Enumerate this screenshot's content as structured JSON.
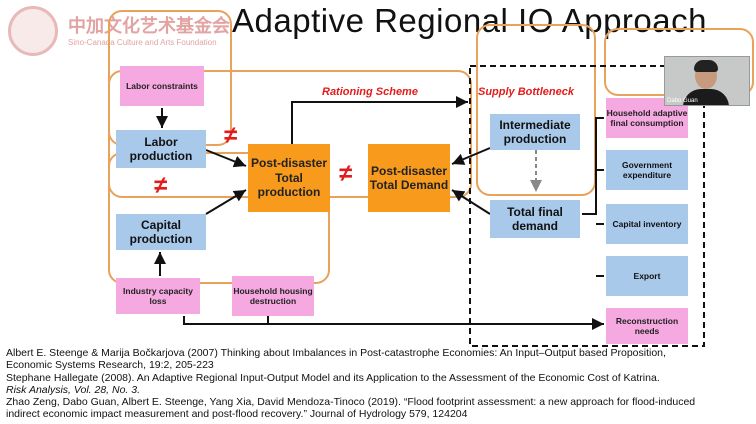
{
  "title": "Adaptive Regional IO Approach",
  "logo": {
    "name_cn": "中加文化艺术基金会",
    "name_en": "Sino-Canada Culture and Arts Foundation"
  },
  "labels": {
    "rationing": "Rationing Scheme",
    "supply": "Supply Bottleneck",
    "neq": "≠"
  },
  "boxes": {
    "labor_constraints": "Labor constraints",
    "labor_production": "Labor production",
    "capital_production": "Capital production",
    "industry_loss": "Industry capacity loss",
    "housing_destruction": "Household housing destruction",
    "total_production": "Post-disaster Total production",
    "total_demand": "Post-disaster Total Demand",
    "intermediate": "Intermediate production",
    "final_demand": "Total final demand",
    "household": "Household adaptive final consumption",
    "government": "Government expenditure",
    "capital_inventory": "Capital inventory",
    "export": "Export",
    "reconstruction": "Reconstruction needs"
  },
  "video": {
    "name": "Dabo Guan"
  },
  "references": [
    "Albert E. Steenge & Marija Bočkarjova (2007) Thinking about Imbalances in Post-catastrophe Economies: An Input–Output based Proposition,",
    "Economic Systems Research, 19:2, 205-223",
    "Stephane Hallegate (2008). An Adaptive Regional Input-Output Model and its Application to the Assessment of the Economic Cost of Katrina.",
    "Risk Analysis, Vol. 28, No. 3.",
    "Zhao Zeng, Dabo Guan, Albert E. Steenge, Yang Xia, David Mendoza-Tinoco (2019). “Flood footprint assessment: a new approach for flood-induced",
    "indirect economic impact measurement and post-flood recovery.” Journal of Hydrology 579, 124204"
  ],
  "colors": {
    "pink": "#f5a9e0",
    "blue": "#a9c9eb",
    "orange": "#f89b1d",
    "ring": "#e8a25a",
    "red": "#e31b1b"
  }
}
